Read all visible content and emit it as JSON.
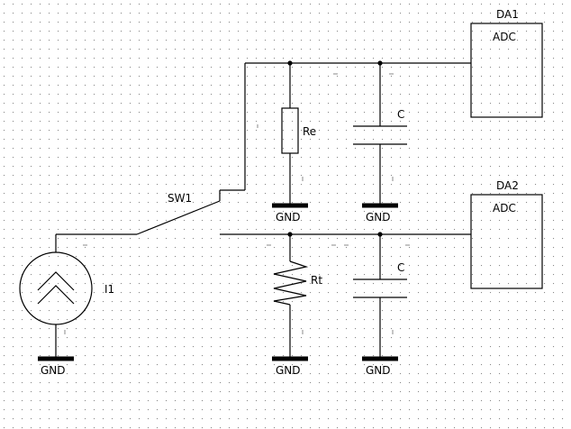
{
  "components": {
    "da1": {
      "designator": "DA1",
      "type": "ADC"
    },
    "da2": {
      "designator": "DA2",
      "type": "ADC"
    },
    "re": {
      "designator": "Re"
    },
    "rt": {
      "designator": "Rt"
    },
    "c_top": {
      "designator": "C"
    },
    "c_bottom": {
      "designator": "C"
    },
    "sw1": {
      "designator": "SW1"
    },
    "i1": {
      "designator": "I1"
    }
  },
  "ground_label": "GND"
}
